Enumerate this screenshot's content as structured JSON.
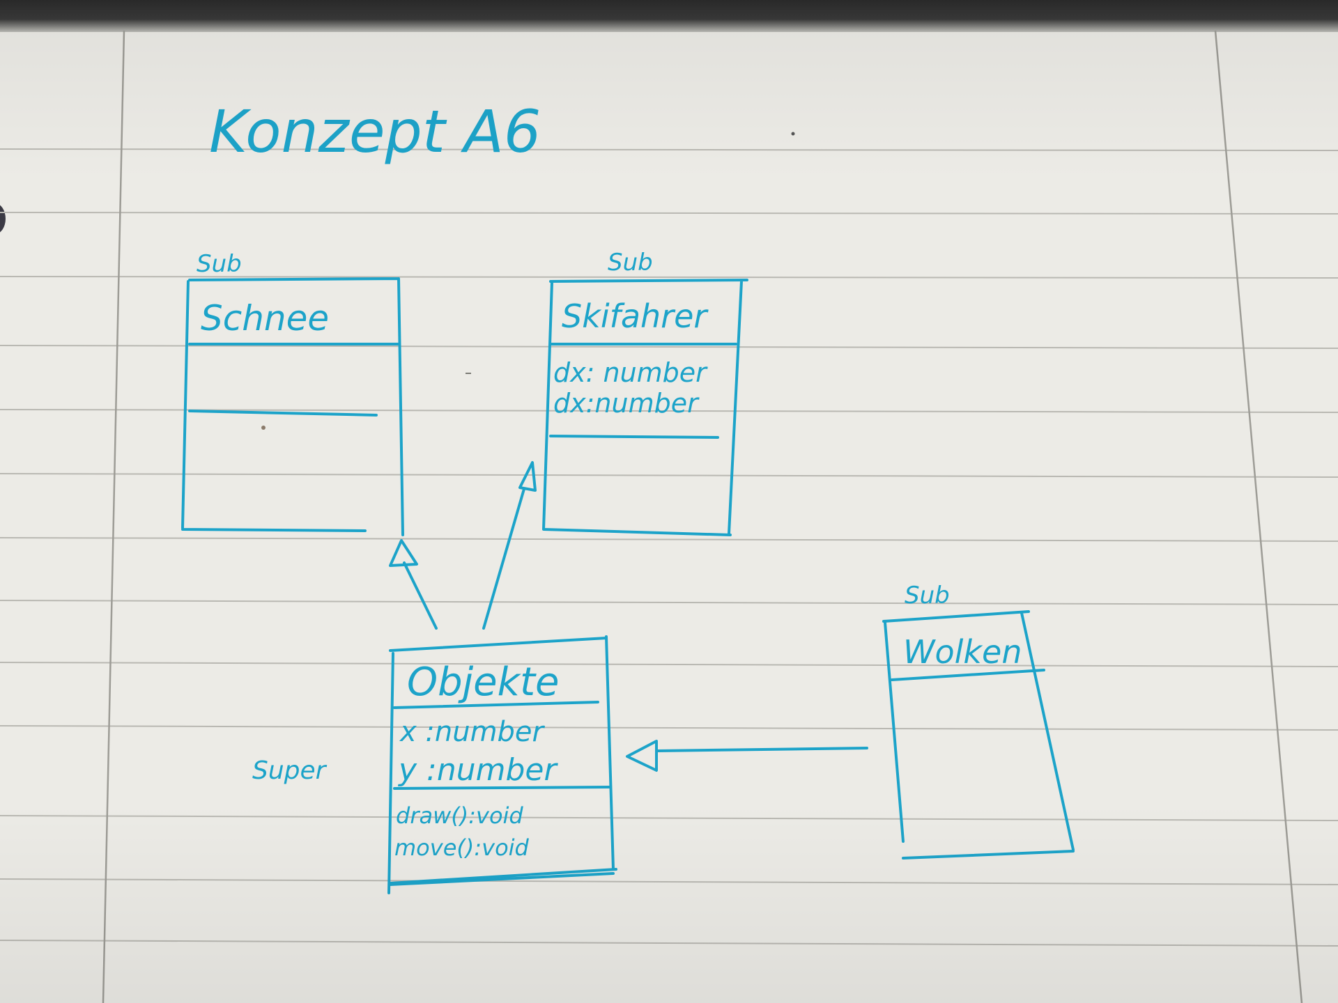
{
  "title": "Konzept A6",
  "classes": [
    {
      "id": "schnee",
      "stereotype": "Sub",
      "name": "Schnee",
      "attributes": [],
      "methods": []
    },
    {
      "id": "skifahrer",
      "stereotype": "Sub",
      "name": "Skifahrer",
      "attributes": [
        "dx: number",
        "dx:number"
      ],
      "methods": []
    },
    {
      "id": "objekte",
      "stereotype": "Super",
      "name": "Objekte",
      "attributes": [
        "x :number",
        "y :number"
      ],
      "methods": [
        "draw():void",
        "move():void"
      ]
    },
    {
      "id": "wolken",
      "stereotype": "Sub",
      "name": "Wolken",
      "attributes": [],
      "methods": []
    }
  ],
  "relations": [
    {
      "type": "inheritance",
      "from": "objekte",
      "to": "schnee"
    },
    {
      "type": "inheritance",
      "from": "objekte",
      "to": "skifahrer"
    },
    {
      "type": "inheritance",
      "from": "wolken",
      "to": "objekte"
    }
  ],
  "colors": {
    "ink": "#1ca3c9",
    "paper": "#ecebe6",
    "rule_line": "#b9b8b2",
    "margin_line": "#9d9c96"
  }
}
